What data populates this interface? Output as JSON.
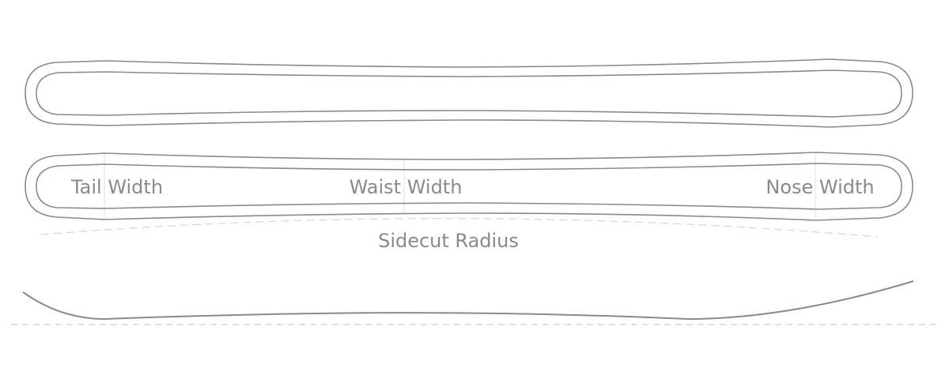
{
  "labels": {
    "tail_width": "Tail Width",
    "waist_width": "Waist Width",
    "nose_width": "Nose Width",
    "sidecut_radius": "Sidecut Radius"
  },
  "colors": {
    "outline": "#8a8a8a",
    "guide": "#e2e2e2",
    "dashed": "#d6d6d6"
  }
}
